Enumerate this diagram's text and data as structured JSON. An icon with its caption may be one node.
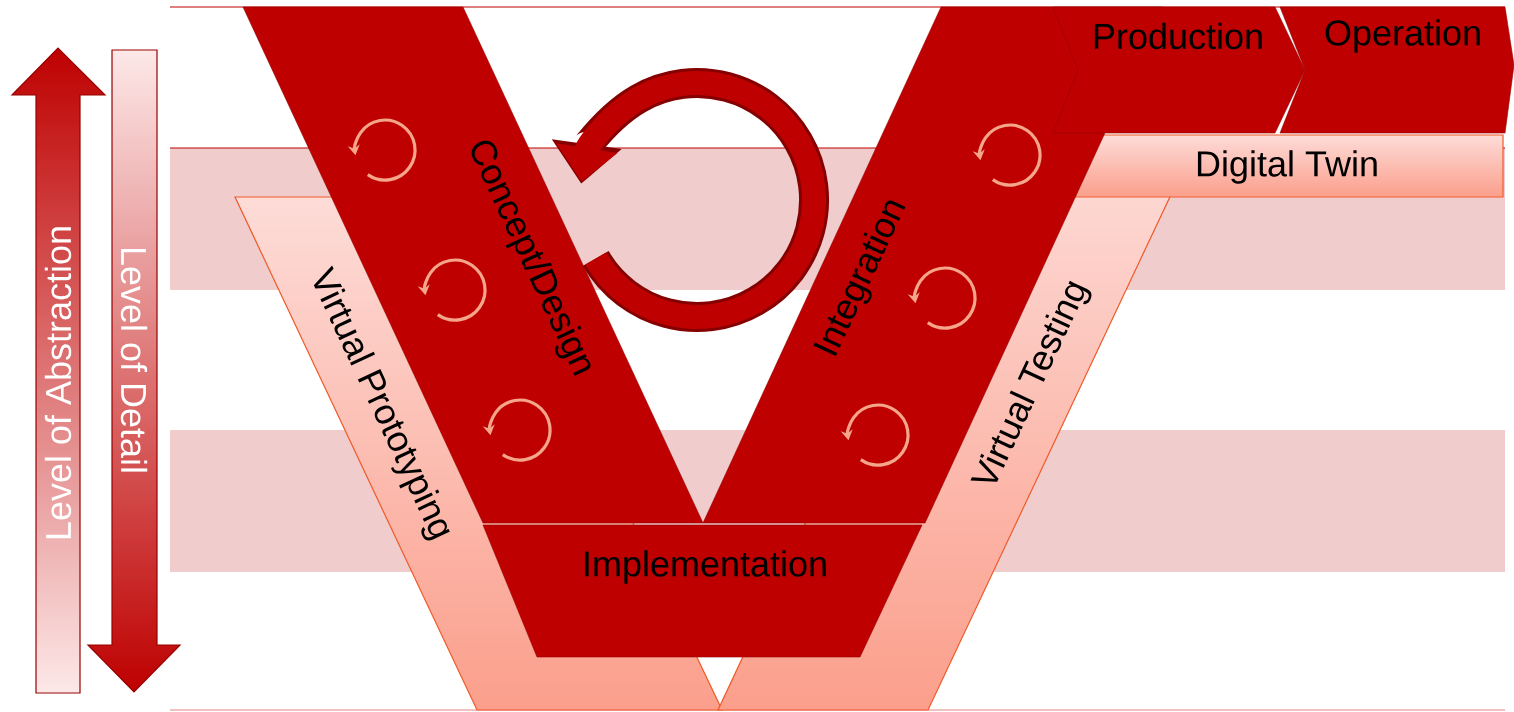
{
  "diagram": {
    "nodes": [
      {
        "text": [
          "Level of Abstraction"
        ]
      },
      {
        "text": [
          "Level of Detail"
        ]
      },
      {
        "text": [
          "Concept/Design"
        ]
      },
      {
        "text": [
          "Virtual Prototyping"
        ]
      },
      {
        "text": [
          "Implementation"
        ]
      },
      {
        "text": [
          "Integration"
        ]
      },
      {
        "text": [
          "Virtual Testing"
        ]
      },
      {
        "text": [
          "Production"
        ]
      },
      {
        "text": [
          "Operation"
        ]
      },
      {
        "text": [
          "Digital Twin"
        ]
      }
    ]
  }
}
